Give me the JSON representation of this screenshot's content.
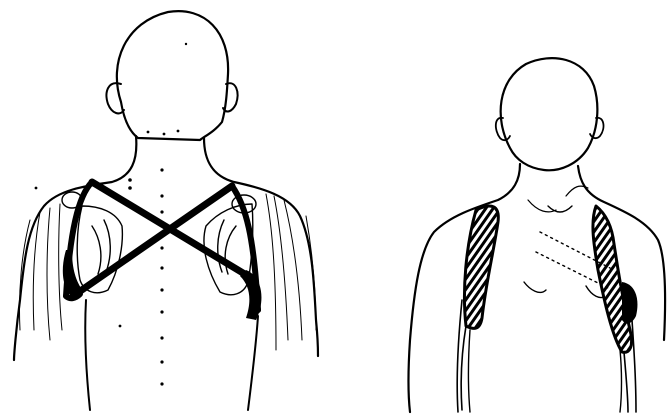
{
  "figure": {
    "background_color": "#ffffff",
    "ink_color": "#000000",
    "panels": [
      {
        "view": "posterior",
        "device": "figure-of-eight-clavicle-strap"
      },
      {
        "view": "anterior",
        "device": "shoulder-straps-with-hatched-padding"
      }
    ]
  }
}
